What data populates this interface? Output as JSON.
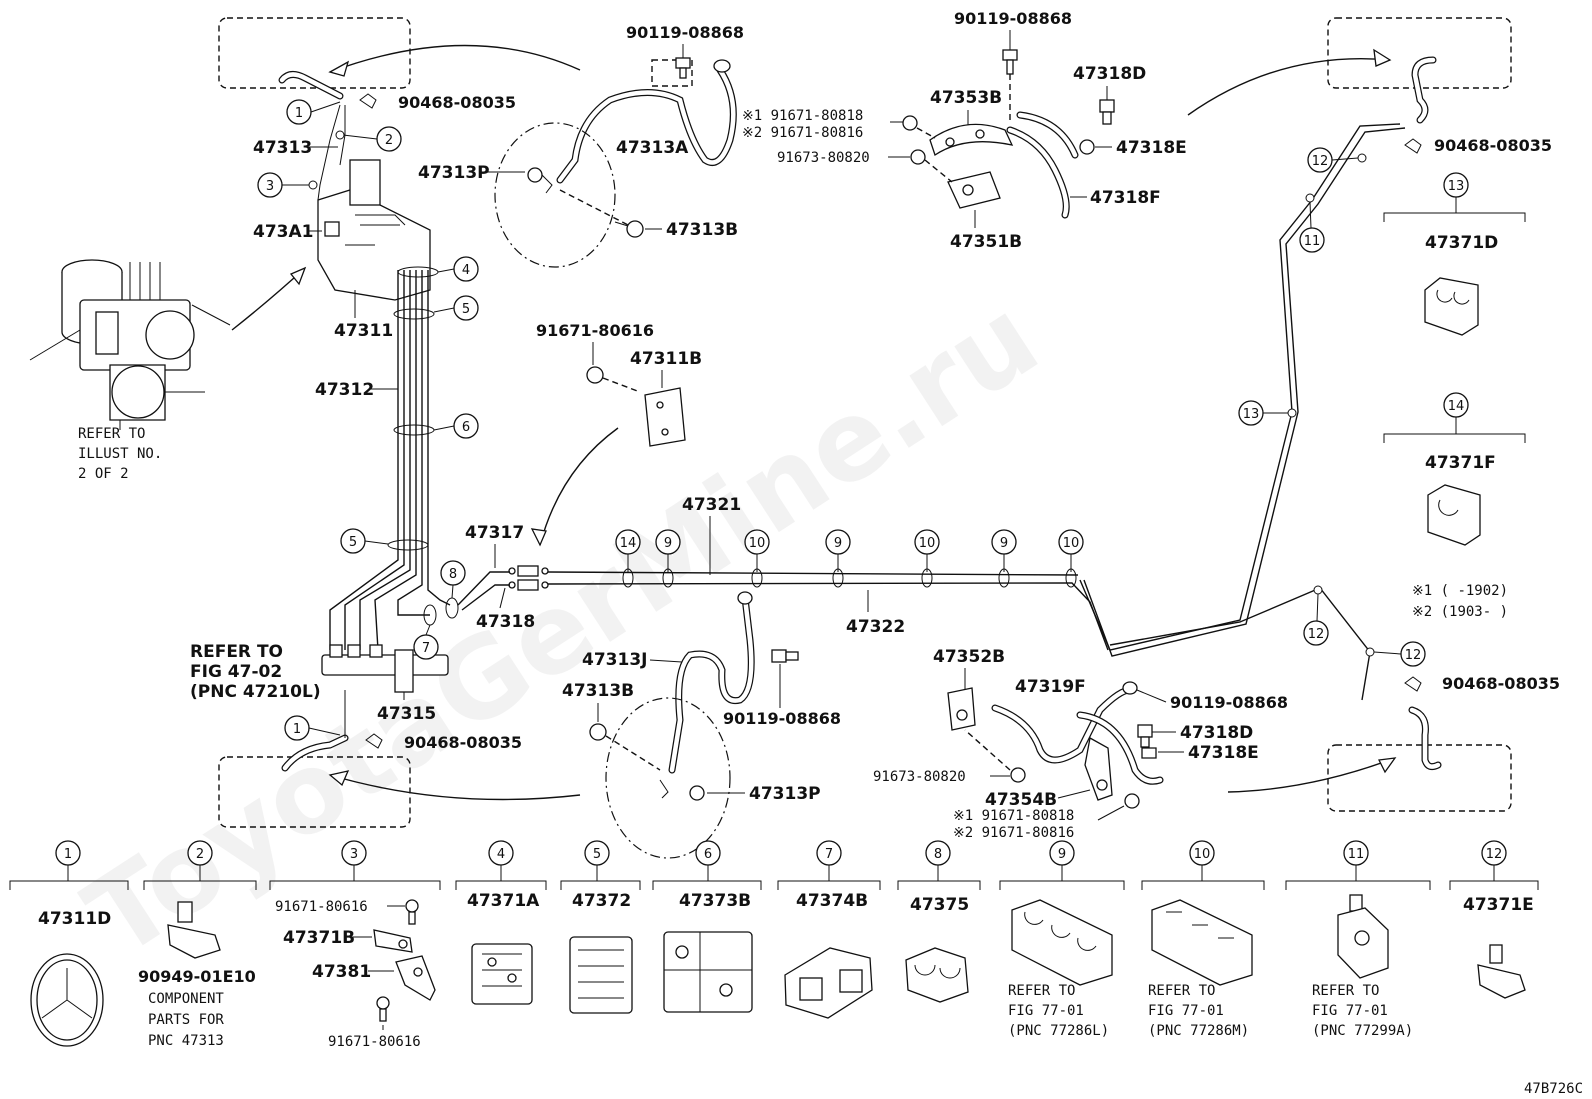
{
  "watermark": "ToyotaGerMine.ru",
  "figure_code": "47B726C",
  "labels": {
    "p90119_top": "90119-08868",
    "p90119_top2": "90119-08868",
    "p90119_mid": "90119-08868",
    "p90119_br": "90119-08868",
    "p90468_tl": "90468-08035",
    "p90468_tr": "90468-08035",
    "p90468_ml": "90468-08035",
    "p90468_mr": "90468-08035",
    "p47313": "47313",
    "p473A1": "473A1",
    "p47311": "47311",
    "p47312": "47312",
    "p47313P_top": "47313P",
    "p47313A": "47313A",
    "p47313B_top": "47313B",
    "p47353B": "47353B",
    "p47351B": "47351B",
    "p47318D_top": "47318D",
    "p47318E_top": "47318E",
    "p47318F": "47318F",
    "mark1_top": "※1 91671-80818",
    "mark2_top": "※2 91671-80816",
    "p91673_top": "91673-80820",
    "p91671_80616_mid": "91671-80616",
    "p47311B": "47311B",
    "p47321": "47321",
    "p47322": "47322",
    "p47317": "47317",
    "p47318": "47318",
    "p47315": "47315",
    "refer_47_02": [
      "REFER TO",
      "FIG 47-02",
      "(PNC 47210L)"
    ],
    "refer_illust": [
      "REFER TO",
      "ILLUST NO.",
      "2 OF 2"
    ],
    "p47313J": "47313J",
    "p47313B_bot": "47313B",
    "p47313P_bot": "47313P",
    "p47352B": "47352B",
    "p47319F": "47319F",
    "p47318D_bot": "47318D",
    "p47318E_bot": "47318E",
    "p91673_bot": "91673-80820",
    "p47354B": "47354B",
    "mark1_bot": "※1 91671-80818",
    "mark2_bot": "※2 91671-80816",
    "p47371D": "47371D",
    "p47371F": "47371F",
    "date_note1": "※1 (     -1902)",
    "date_note2": "※2 (1903-     )"
  },
  "legend_parts": [
    {
      "num": "1",
      "part": "47311D"
    },
    {
      "num": "2",
      "part": "90949-01E10",
      "text": [
        "COMPONENT",
        "PARTS FOR",
        "PNC 47313"
      ]
    },
    {
      "num": "3",
      "parts": [
        "91671-80616",
        "47371B",
        "47381",
        "91671-80616"
      ]
    },
    {
      "num": "4",
      "part": "47371A"
    },
    {
      "num": "5",
      "part": "47372"
    },
    {
      "num": "6",
      "part": "47373B"
    },
    {
      "num": "7",
      "part": "47374B"
    },
    {
      "num": "8",
      "part": "47375"
    },
    {
      "num": "9",
      "text": [
        "REFER TO",
        "FIG 77-01",
        "(PNC 77286L)"
      ]
    },
    {
      "num": "10",
      "text": [
        "REFER TO",
        "FIG 77-01",
        "(PNC 77286M)"
      ]
    },
    {
      "num": "11",
      "text": [
        "REFER TO",
        "FIG 77-01",
        "(PNC 77299A)"
      ]
    },
    {
      "num": "12",
      "part": "47371E"
    }
  ],
  "callouts": {
    "c1": "1",
    "c2": "2",
    "c3": "3",
    "c4": "4",
    "c5": "5",
    "c6": "6",
    "c7": "7",
    "c8": "8",
    "c9": "9",
    "c10": "10",
    "c11": "11",
    "c12": "12",
    "c13": "13",
    "c14": "14"
  }
}
